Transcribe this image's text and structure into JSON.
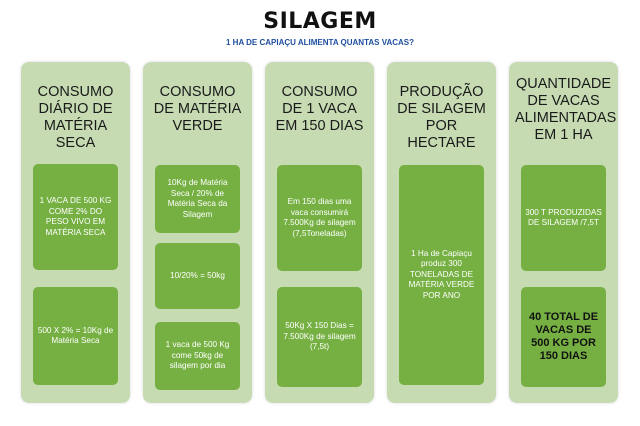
{
  "header": {
    "title": "SILAGEM",
    "subtitle": "1 HA DE CAPIAÇU ALIMENTA QUANTAS VACAS?"
  },
  "columns": [
    {
      "heading": "CONSUMO DIÁRIO DE MATÉRIA SECA",
      "boxes": [
        "1 VACA DE 500 KG COME 2% DO PESO VIVO EM MATÉRIA SECA",
        "500 X 2% = 10Kg de Matéria Seca"
      ]
    },
    {
      "heading": "CONSUMO DE MATÉRIA VERDE",
      "boxes": [
        "10Kg de Matéria Seca / 20% de Matéria Seca da Silagem",
        "10/20% = 50kg",
        "1 vaca de 500 Kg come 50kg de silagem por dia"
      ]
    },
    {
      "heading": "CONSUMO DE 1 VACA EM 150 DIAS",
      "boxes": [
        "Em 150 dias uma vaca consumirá 7.500Kg de silagem (7,5Toneladas)",
        "50Kg X 150 Dias = 7.500Kg de silagem (7,5t)"
      ]
    },
    {
      "heading": "PRODUÇÃO DE SILAGEM POR HECTARE",
      "boxes": [
        "1 Ha de Capiaçu produz 300 TONELADAS DE MATÉRIA VERDE POR ANO"
      ]
    },
    {
      "heading": "QUANTIDADE DE VACAS ALIMENTADAS EM 1 HA",
      "boxes": [
        "300 T PRODUZIDAS DE SILAGEM /7,5T",
        "40 TOTAL DE VACAS DE 500 KG POR 150 DIAS"
      ]
    }
  ],
  "colors": {
    "panel": "#c7dbb3",
    "box": "#76b043",
    "subtitle": "#1f4fa0"
  }
}
